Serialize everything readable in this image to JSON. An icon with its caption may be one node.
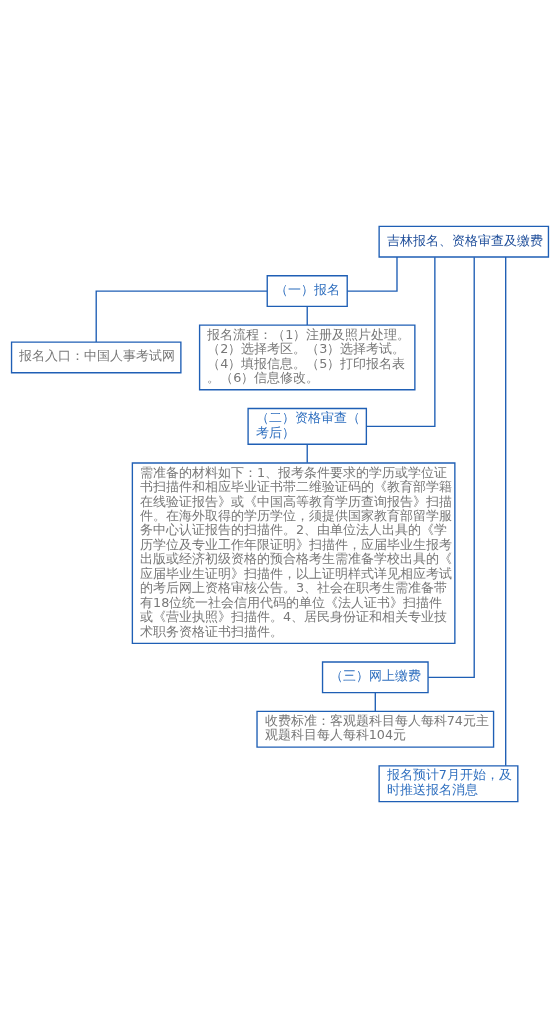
{
  "diagram": {
    "nodes": [
      {
        "text": [
          "吉林报名、资格审查及缴费"
        ]
      },
      {
        "text": [
          "（一）报名"
        ]
      },
      {
        "text": [
          "报名入口：中国人事考试网"
        ]
      },
      {
        "text": [
          "报名流程：（1）注册及照片处理。（2）选择考区。（3）选择考试。（4）填报信息。（5）打印报名表。（6）信息修改。"
        ]
      },
      {
        "text": [
          "（二）资格审查（考后）"
        ]
      },
      {
        "text": [
          "需准备的材料如下：1、报考条件要求的学历或学位证书扫描件和相应毕业证书带二维验证码的《教育部学籍在线验证报告》或《中国高等教育学历查询报告》扫描件。在海外取得的学历学位，须提供国家教育部留学服务中心认证报告的扫描件。2、由单位法人出具的《学历学位及专业工作年限证明》扫描件，应届毕业生报考出版或经济初级资格的预合格考生需准备学校出具的《应届毕业生证明》扫描件，以上证明样式详见相应考试的考后网上资格审核公告。3、社会在职考生需准备带有18位统一社会信用代码的单位《法人证书》扫描件或《营业执照》扫描件。4、居民身份证和相关专业技术职务资格证书扫描件。"
        ]
      },
      {
        "text": [
          "（三）网上缴费"
        ]
      },
      {
        "text": [
          "收费标准：客观题科目每人每科74元主观题科目每人每科104元"
        ]
      },
      {
        "text": [
          "报名预计7月开始，及时推送报名消息"
        ]
      }
    ],
    "edges": [
      {
        "from": 0,
        "to": 1,
        "arrow": "none"
      },
      {
        "from": 1,
        "to": 2,
        "arrow": "none"
      },
      {
        "from": 1,
        "to": 3,
        "arrow": "none"
      },
      {
        "from": 0,
        "to": 4,
        "arrow": "none"
      },
      {
        "from": 4,
        "to": 5,
        "arrow": "none"
      },
      {
        "from": 0,
        "to": 6,
        "arrow": "none"
      },
      {
        "from": 6,
        "to": 7,
        "arrow": "none"
      },
      {
        "from": 0,
        "to": 8,
        "arrow": "none"
      }
    ]
  }
}
